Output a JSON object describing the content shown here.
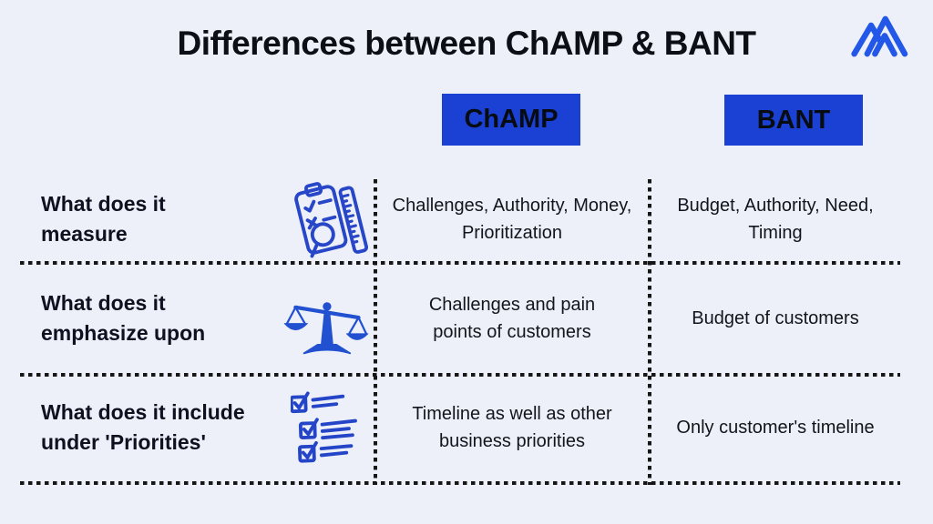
{
  "title": "Differences between ChAMP & BANT",
  "brand": {
    "logo": "mountain-logo"
  },
  "table": {
    "columns": [
      {
        "id": "champ",
        "label": "ChAMP"
      },
      {
        "id": "bant",
        "label": "BANT"
      }
    ],
    "rows": [
      {
        "label": "What does it measure",
        "label_lines": [
          "What does it",
          "measure"
        ],
        "icon": "clipboard-measure-icon",
        "champ": "Challenges, Authority, Money, Prioritization",
        "bant": "Budget, Authority, Need, Timing"
      },
      {
        "label": "What does it emphasize upon",
        "label_lines": [
          "What does it",
          "emphasize upon"
        ],
        "icon": "balance-scale-icon",
        "champ": "Challenges and pain points of customers",
        "bant": "Budget of customers"
      },
      {
        "label": "What does it include under 'Priorities'",
        "label_lines": [
          "What does it include",
          "under 'Priorities'"
        ],
        "icon": "checklist-icon",
        "champ": "Timeline as well as other business priorities",
        "bant": "Only customer's timeline"
      }
    ]
  },
  "colors": {
    "background": "#edf0f8",
    "header_bg": "#1a41d3",
    "header_text": "#070b12",
    "body_text": "#12151c",
    "icon_blue": "#2746c8",
    "logo_blue": "#2257e8",
    "divider": "#161616"
  }
}
